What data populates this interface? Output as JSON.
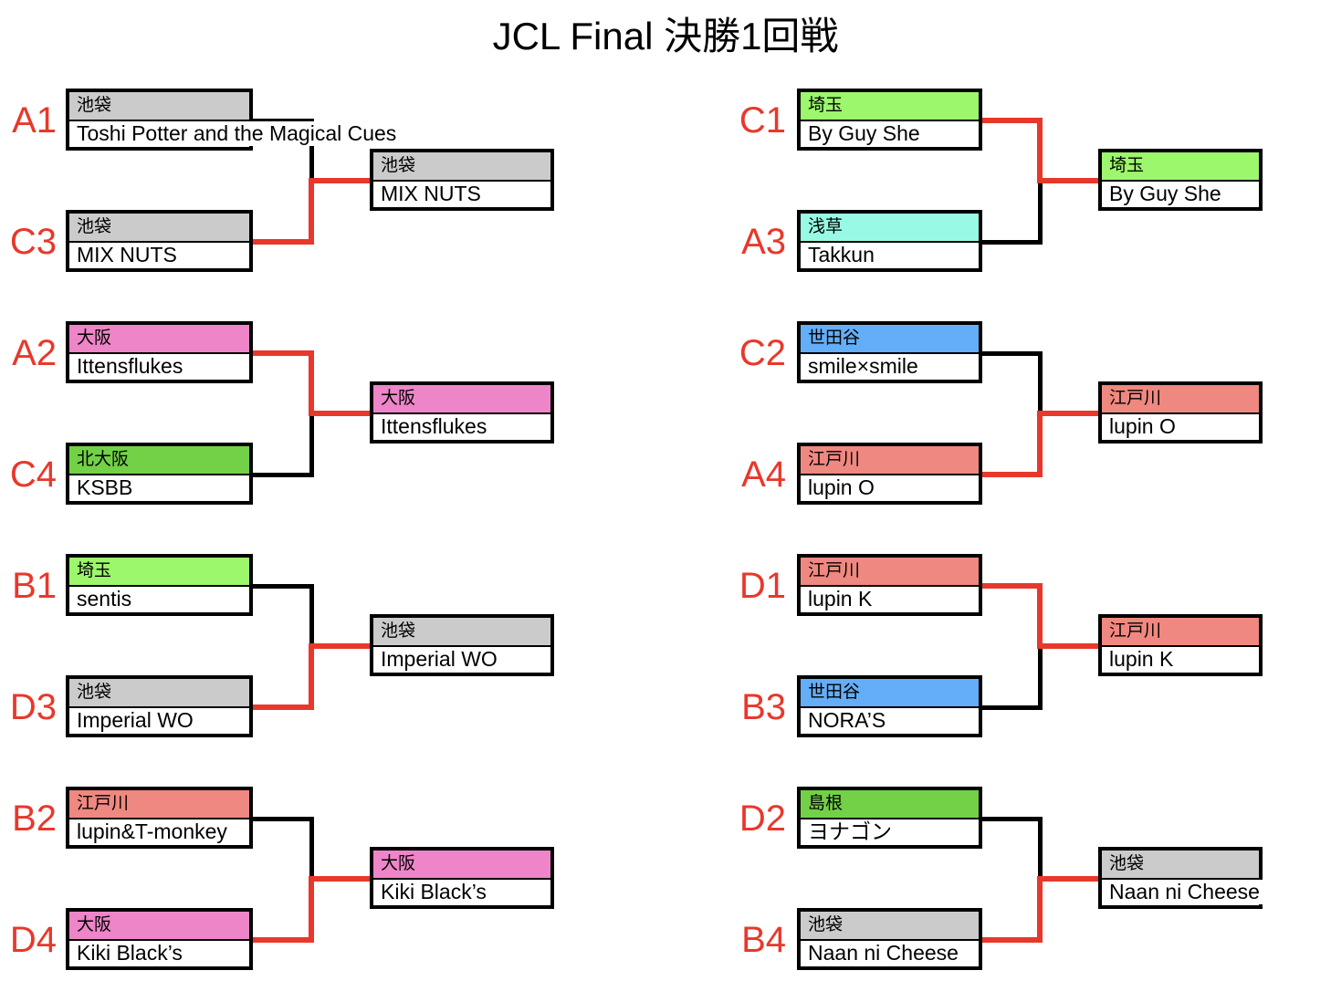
{
  "title": "JCL Final 決勝1回戦",
  "colors": {
    "line_black": "#000000",
    "line_red": "#e8382b",
    "seed_label_red": "#e8382b",
    "box_border": "#000000",
    "box_background": "#ffffff"
  },
  "region_legend": {
    "ikebukuro": {
      "label": "池袋",
      "color": "#cbcbcb"
    },
    "osaka": {
      "label": "大阪",
      "color": "#ee85c8"
    },
    "kita_osaka": {
      "label": "北大阪",
      "color": "#72d147"
    },
    "saitama": {
      "label": "埼玉",
      "color": "#9cf76d"
    },
    "asakusa": {
      "label": "浅草",
      "color": "#98fae4"
    },
    "setagaya": {
      "label": "世田谷",
      "color": "#64aef7"
    },
    "edogawa": {
      "label": "江戸川",
      "color": "#ef8880"
    },
    "shimane": {
      "label": "島根",
      "color": "#72d147"
    }
  },
  "bracket": {
    "left": [
      {
        "labels": {
          "top": "A1",
          "bottom": "C3"
        },
        "top": {
          "region": "池袋",
          "region_color": "#cbcbcb",
          "name": "Toshi Potter and the Magical Cues"
        },
        "bottom": {
          "region": "池袋",
          "region_color": "#cbcbcb",
          "name": "MIX NUTS"
        },
        "winner": {
          "from": "bottom",
          "region": "池袋",
          "region_color": "#cbcbcb",
          "name": "MIX NUTS"
        }
      },
      {
        "labels": {
          "top": "A2",
          "bottom": "C4"
        },
        "top": {
          "region": "大阪",
          "region_color": "#ee85c8",
          "name": "Ittensflukes"
        },
        "bottom": {
          "region": "北大阪",
          "region_color": "#72d147",
          "name": "KSBB"
        },
        "winner": {
          "from": "top",
          "region": "大阪",
          "region_color": "#ee85c8",
          "name": "Ittensflukes"
        }
      },
      {
        "labels": {
          "top": "B1",
          "bottom": "D3"
        },
        "top": {
          "region": "埼玉",
          "region_color": "#9cf76d",
          "name": "sentis"
        },
        "bottom": {
          "region": "池袋",
          "region_color": "#cbcbcb",
          "name": "Imperial WO"
        },
        "winner": {
          "from": "bottom",
          "region": "池袋",
          "region_color": "#cbcbcb",
          "name": "Imperial WO"
        }
      },
      {
        "labels": {
          "top": "B2",
          "bottom": "D4"
        },
        "top": {
          "region": "江戸川",
          "region_color": "#ef8880",
          "name": "lupin&T-monkey"
        },
        "bottom": {
          "region": "大阪",
          "region_color": "#ee85c8",
          "name": "Kiki Black’s"
        },
        "winner": {
          "from": "bottom",
          "region": "大阪",
          "region_color": "#ee85c8",
          "name": "Kiki Black’s"
        }
      }
    ],
    "right": [
      {
        "labels": {
          "top": "C1",
          "bottom": "A3"
        },
        "top": {
          "region": "埼玉",
          "region_color": "#9cf76d",
          "name": "By Guy She"
        },
        "bottom": {
          "region": "浅草",
          "region_color": "#98fae4",
          "name": "Takkun"
        },
        "winner": {
          "from": "top",
          "region": "埼玉",
          "region_color": "#9cf76d",
          "name": "By Guy She"
        }
      },
      {
        "labels": {
          "top": "C2",
          "bottom": "A4"
        },
        "top": {
          "region": "世田谷",
          "region_color": "#64aef7",
          "name": "smile×smile"
        },
        "bottom": {
          "region": "江戸川",
          "region_color": "#ef8880",
          "name": "lupin O"
        },
        "winner": {
          "from": "bottom",
          "region": "江戸川",
          "region_color": "#ef8880",
          "name": "lupin O"
        }
      },
      {
        "labels": {
          "top": "D1",
          "bottom": "B3"
        },
        "top": {
          "region": "江戸川",
          "region_color": "#ef8880",
          "name": "lupin K"
        },
        "bottom": {
          "region": "世田谷",
          "region_color": "#64aef7",
          "name": "NORA’S"
        },
        "winner": {
          "from": "top",
          "region": "江戸川",
          "region_color": "#ef8880",
          "name": "lupin K"
        }
      },
      {
        "labels": {
          "top": "D2",
          "bottom": "B4"
        },
        "top": {
          "region": "島根",
          "region_color": "#72d147",
          "name": "ヨナゴン"
        },
        "bottom": {
          "region": "池袋",
          "region_color": "#cbcbcb",
          "name": "Naan ni Cheese"
        },
        "winner": {
          "from": "bottom",
          "region": "池袋",
          "region_color": "#cbcbcb",
          "name": "Naan ni Cheese"
        }
      }
    ]
  }
}
